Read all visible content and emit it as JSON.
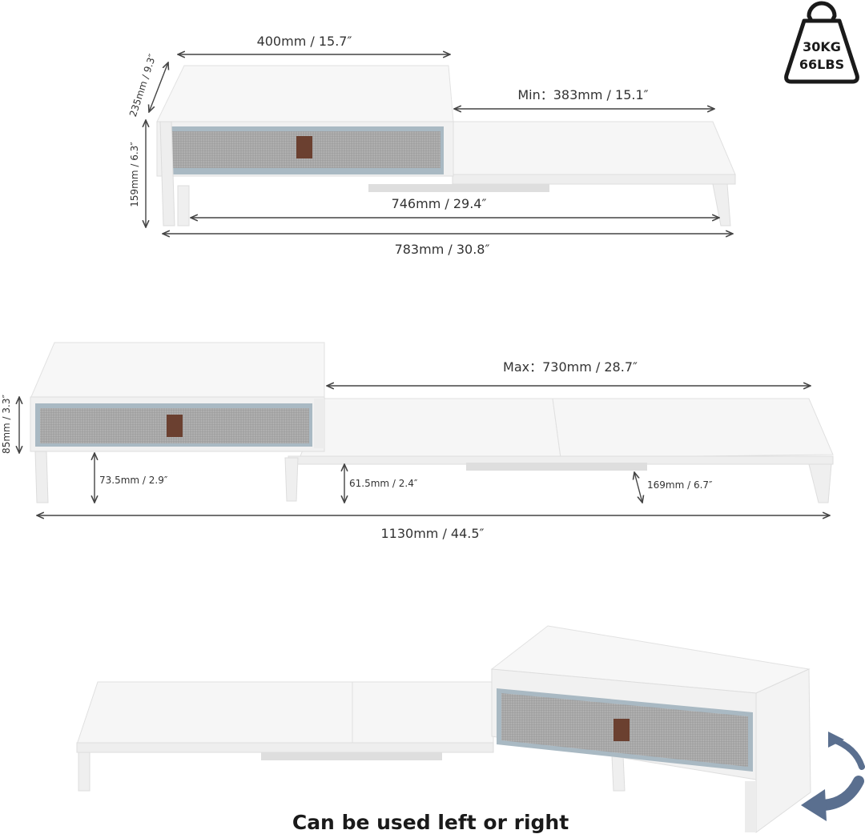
{
  "colors": {
    "board": "#f6f6f6",
    "board_edge": "#e2e2e2",
    "drawer_fabric": "#a9a9a9",
    "drawer_rim": "#a9b9c3",
    "handle": "#6b4030",
    "arrow": "#5a6f8f",
    "dimension_line": "#444444",
    "text": "#333333"
  },
  "weight_badge": {
    "icon": "kettlebell-weight-icon",
    "line1": "30KG",
    "line2": "66LBS"
  },
  "min_view": {
    "top_width": "400mm / 15.7″",
    "depth": "235mm / 9.3″",
    "height": "159mm / 6.3″",
    "min_extension": "Min：383mm / 15.1″",
    "inner_length": "746mm / 29.4″",
    "total_length": "783mm / 30.8″"
  },
  "max_view": {
    "max_extension": "Max：730mm / 28.7″",
    "upper_height": "85mm / 3.3″",
    "clearance_upper": "73.5mm / 2.9″",
    "clearance_lower": "61.5mm / 2.4″",
    "depth_side": "169mm / 6.7″",
    "total_length": "1130mm / 44.5″"
  },
  "reverse_view": {
    "caption": "Can be used left or right",
    "icon": "rotate-arrow-icon"
  }
}
